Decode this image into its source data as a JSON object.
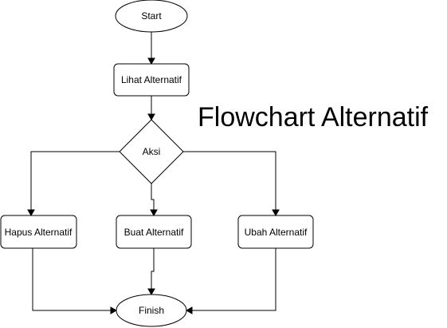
{
  "title": "Flowchart Alternatif",
  "nodes": {
    "start": "Start",
    "view": "Lihat Alternatif",
    "action": "Aksi",
    "delete": "Hapus Alternatif",
    "create": "Buat Alternatif",
    "edit": "Ubah Alternatif",
    "finish": "Finish"
  }
}
